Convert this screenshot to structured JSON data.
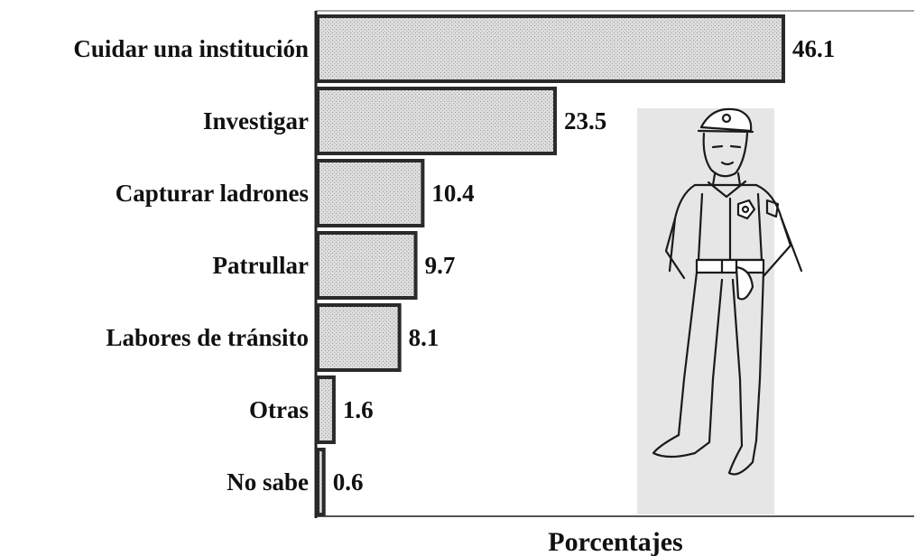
{
  "chart_data": {
    "type": "bar",
    "orientation": "horizontal",
    "categories": [
      "Cuidar una institución",
      "Investigar",
      "Capturar ladrones",
      "Patrullar",
      "Labores de tránsito",
      "Otras",
      "No sabe"
    ],
    "values": [
      46.1,
      23.5,
      10.4,
      9.7,
      8.1,
      1.6,
      0.6
    ],
    "value_labels": [
      "46.1",
      "23.5",
      "10.4",
      "9.7",
      "8.1",
      "1.6",
      "0.6"
    ],
    "xlabel": "Porcentajes",
    "xlim": [
      0,
      46.1
    ],
    "grid": false,
    "legend": "none",
    "illustration_icon": "police-officer-icon",
    "colors": {
      "bar_fill": "#d9d9d9",
      "bar_stroke": "#2a2a2a",
      "shade_panel": "#e4e4e4",
      "text": "#111111"
    }
  }
}
